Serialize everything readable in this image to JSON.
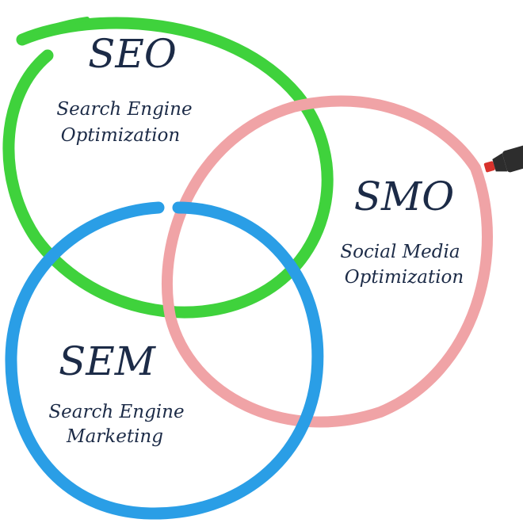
{
  "colors": {
    "seo_ring": "#3fd23c",
    "smo_ring": "#f0a3a6",
    "sem_ring": "#2a9ee6",
    "text": "#1c2b47",
    "marker_body": "#2d2d2d",
    "marker_tip": "#d8322c"
  },
  "circles": [
    {
      "id": "seo",
      "acronym": "SEO",
      "line1": "Search Engine",
      "line2": "Optimization"
    },
    {
      "id": "smo",
      "acronym": "SMO",
      "line1": "Social Media",
      "line2": "Optimization"
    },
    {
      "id": "sem",
      "acronym": "SEM",
      "line1": "Search Engine",
      "line2": "Marketing"
    }
  ],
  "marker_icon": "marker-pen-icon"
}
